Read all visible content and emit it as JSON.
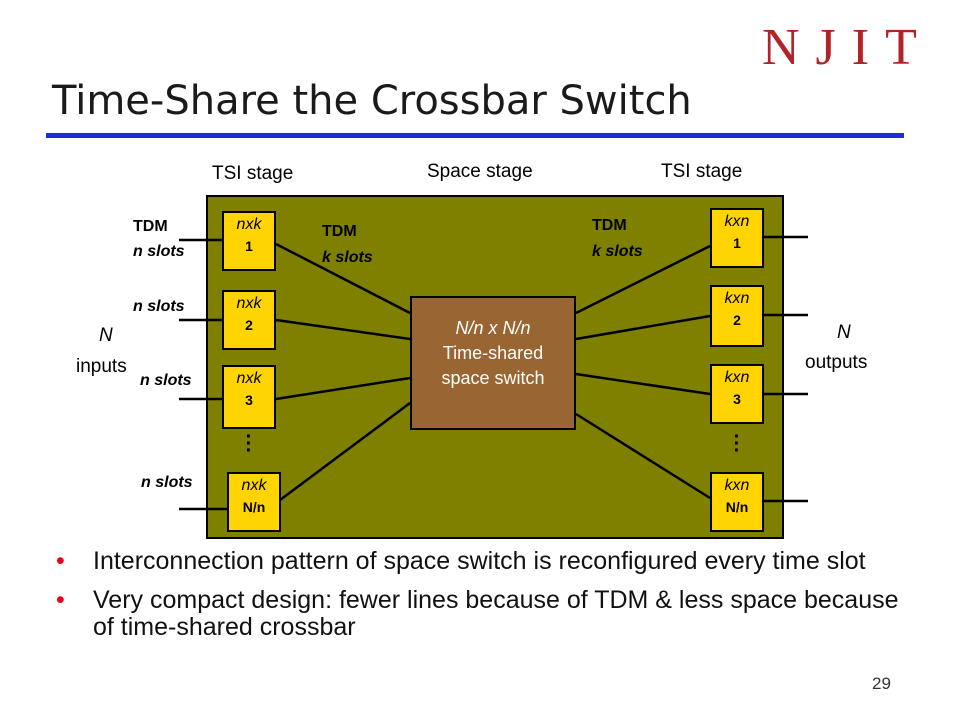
{
  "logo_text": "NJIT",
  "title": "Time-Share the Crossbar Switch",
  "stages": {
    "tsi_left": "TSI stage",
    "space": "Space stage",
    "tsi_right": "TSI stage"
  },
  "left_labels": {
    "tdm_top": "TDM",
    "n_slots_1": "n slots",
    "n_slots_2": "n slots",
    "n_slots_3": "n slots",
    "n_slots_4": "n slots",
    "n_word": "N",
    "inputs_word": "inputs"
  },
  "inner_labels": {
    "left_tdm": "TDM",
    "left_k_slots": "k slots",
    "right_tdm": "TDM",
    "right_k_slots": "k slots"
  },
  "right_labels": {
    "n_word": "N",
    "outputs_word": "outputs"
  },
  "input_boxes": [
    {
      "name": "nxk",
      "index": "1"
    },
    {
      "name": "nxk",
      "index": "2"
    },
    {
      "name": "nxk",
      "index": "3"
    },
    {
      "name": "nxk",
      "index": "N/n"
    }
  ],
  "output_boxes": [
    {
      "name": "kxn",
      "index": "1"
    },
    {
      "name": "kxn",
      "index": "2"
    },
    {
      "name": "kxn",
      "index": "3"
    },
    {
      "name": "kxn",
      "index": "N/n"
    }
  ],
  "center_switch": {
    "line1": "N/n x N/n",
    "line2": "Time-shared",
    "line3": "space switch"
  },
  "bullets": [
    "Interconnection pattern of space switch is reconfigured every time slot",
    "Very compact design:  fewer lines because of TDM & less space because of time-shared crossbar"
  ],
  "page_number": "29",
  "colors": {
    "logo": "#b32227",
    "title_rule": "#1f2bd4",
    "panel": "#808000",
    "tsi_box": "#ffd400",
    "center_box": "#996633",
    "bullet": "#e8001c"
  }
}
